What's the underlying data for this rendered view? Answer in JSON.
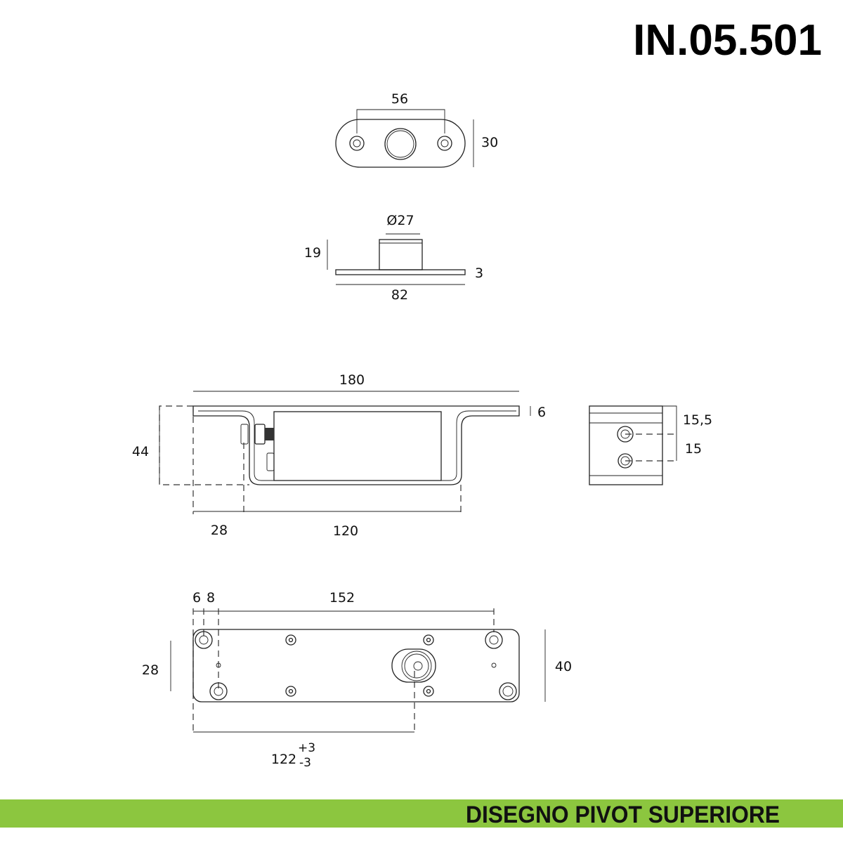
{
  "header": {
    "code": "IN.05.501"
  },
  "footer": {
    "caption": "DISEGNO PIVOT SUPERIORE",
    "band_color": "#8cc63f"
  },
  "top_view": {
    "hole_spacing": "56",
    "height": "30"
  },
  "side_view": {
    "diameter": "Ø27",
    "height": "19",
    "plate_thickness": "3",
    "length": "82"
  },
  "front_view": {
    "length": "180",
    "plate_thickness": "6",
    "depth": "44",
    "offset": "28",
    "box_length": "120"
  },
  "end_view": {
    "top_offset": "15,5",
    "bolt_spacing": "15"
  },
  "bottom_view": {
    "edge_offset": "6",
    "hole_offset": "8",
    "hole_spacing": "152",
    "hole_vertical": "28",
    "width": "40",
    "pivot_distance": "122",
    "tol_plus": "+3",
    "tol_minus": "-3"
  }
}
